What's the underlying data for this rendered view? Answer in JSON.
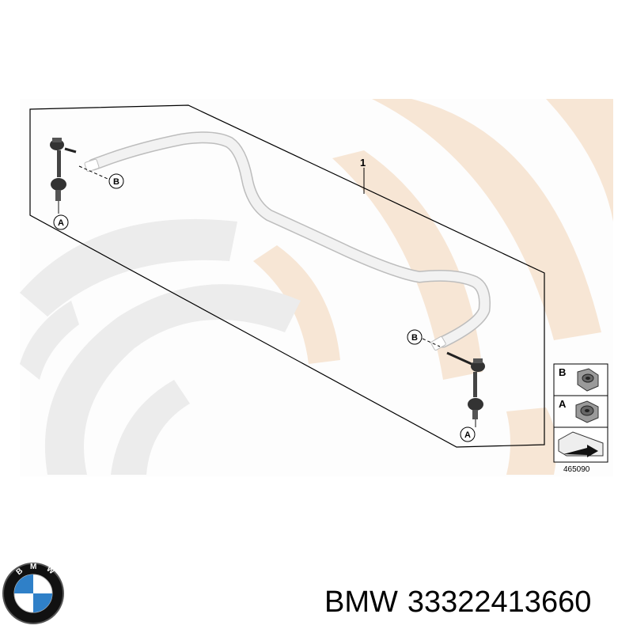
{
  "diagram": {
    "item_number": "1",
    "callouts": {
      "b_left": "B",
      "a_left": "A",
      "b_right": "B",
      "a_right": "A"
    },
    "legend": {
      "b_label": "B",
      "a_label": "A"
    },
    "drawing_number": "465090"
  },
  "caption": {
    "brand": "BMW",
    "part_number": "33322413660"
  },
  "colors": {
    "watermark_peach": "#f7e6d5",
    "watermark_grey": "#ececec",
    "outline": "#000000",
    "bar_fill": "#f2f2f2",
    "bar_stroke": "#bdbdbd",
    "bmw_blue": "#2f80c8"
  }
}
